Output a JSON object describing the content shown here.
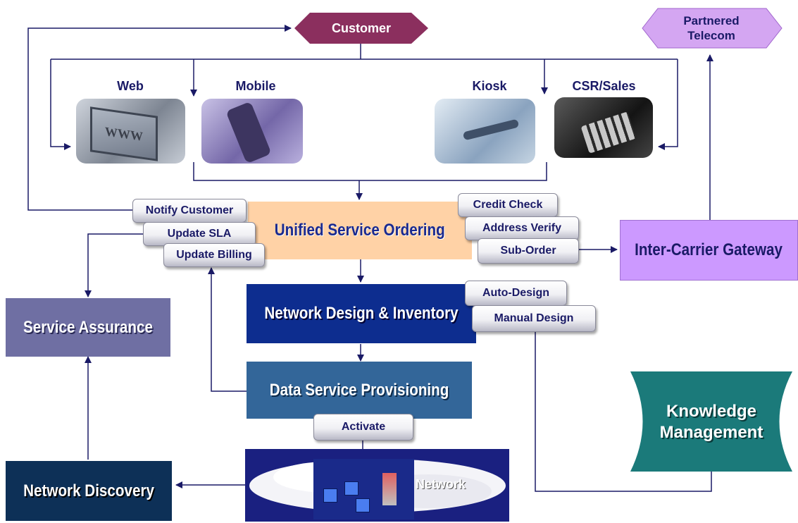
{
  "customer": "Customer",
  "partner": "Partnered Telecom",
  "channels": {
    "web": "Web",
    "mobile": "Mobile",
    "kiosk": "Kiosk",
    "csr": "CSR/Sales"
  },
  "web_screen_text": "WWW",
  "usos": "Unified Service Ordering",
  "usos_actions_left": [
    "Notify Customer",
    "Update SLA",
    "Update Billing"
  ],
  "usos_actions_right": [
    "Credit Check",
    "Address Verify",
    "Sub-Order"
  ],
  "gateway": "Inter-Carrier Gateway",
  "design": "Network Design & Inventory",
  "design_actions": [
    "Auto-Design",
    "Manual Design"
  ],
  "provisioning": "Data Service Provisioning",
  "activate": "Activate",
  "network": "Network",
  "assurance": "Service Assurance",
  "discovery": "Network Discovery",
  "knowledge": "Knowledge Management",
  "colors": {
    "customer": "#8b2f5e",
    "partner": "#d4a6f2",
    "usos": "#ffd2a6",
    "gateway": "#cc99ff",
    "design": "#0d2d8f",
    "provisioning": "#336699",
    "assurance": "#6f6fa3",
    "discovery": "#0d3057",
    "knowledge": "#1b7a7a",
    "connector": "#1a1a66"
  }
}
